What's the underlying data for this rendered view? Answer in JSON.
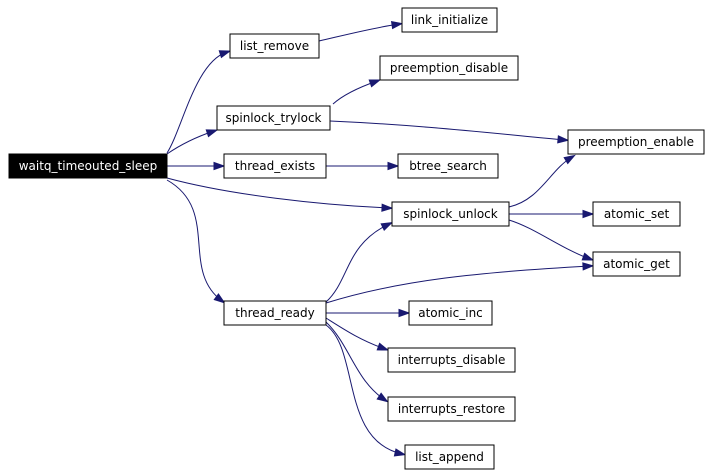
{
  "diagram": {
    "edge_color": "#191970",
    "root_fill": "#000000",
    "nodes": [
      {
        "id": "root",
        "label": "waitq_timeouted_sleep",
        "root": true
      },
      {
        "id": "list_remove",
        "label": "list_remove"
      },
      {
        "id": "link_initialize",
        "label": "link_initialize"
      },
      {
        "id": "spinlock_trylock",
        "label": "spinlock_trylock"
      },
      {
        "id": "preemption_disable",
        "label": "preemption_disable"
      },
      {
        "id": "preemption_enable",
        "label": "preemption_enable"
      },
      {
        "id": "thread_exists",
        "label": "thread_exists"
      },
      {
        "id": "btree_search",
        "label": "btree_search"
      },
      {
        "id": "spinlock_unlock",
        "label": "spinlock_unlock"
      },
      {
        "id": "atomic_set",
        "label": "atomic_set"
      },
      {
        "id": "atomic_get",
        "label": "atomic_get"
      },
      {
        "id": "thread_ready",
        "label": "thread_ready"
      },
      {
        "id": "atomic_inc",
        "label": "atomic_inc"
      },
      {
        "id": "interrupts_disable",
        "label": "interrupts_disable"
      },
      {
        "id": "interrupts_restore",
        "label": "interrupts_restore"
      },
      {
        "id": "list_append",
        "label": "list_append"
      }
    ],
    "edges": [
      {
        "from": "root",
        "to": "list_remove"
      },
      {
        "from": "root",
        "to": "spinlock_trylock"
      },
      {
        "from": "root",
        "to": "thread_exists"
      },
      {
        "from": "root",
        "to": "spinlock_unlock"
      },
      {
        "from": "root",
        "to": "thread_ready"
      },
      {
        "from": "list_remove",
        "to": "link_initialize"
      },
      {
        "from": "spinlock_trylock",
        "to": "preemption_disable"
      },
      {
        "from": "spinlock_trylock",
        "to": "preemption_enable"
      },
      {
        "from": "thread_exists",
        "to": "btree_search"
      },
      {
        "from": "spinlock_unlock",
        "to": "preemption_enable"
      },
      {
        "from": "spinlock_unlock",
        "to": "atomic_set"
      },
      {
        "from": "spinlock_unlock",
        "to": "atomic_get"
      },
      {
        "from": "thread_ready",
        "to": "spinlock_unlock"
      },
      {
        "from": "thread_ready",
        "to": "atomic_get"
      },
      {
        "from": "thread_ready",
        "to": "atomic_inc"
      },
      {
        "from": "thread_ready",
        "to": "interrupts_disable"
      },
      {
        "from": "thread_ready",
        "to": "interrupts_restore"
      },
      {
        "from": "thread_ready",
        "to": "list_append"
      }
    ]
  }
}
